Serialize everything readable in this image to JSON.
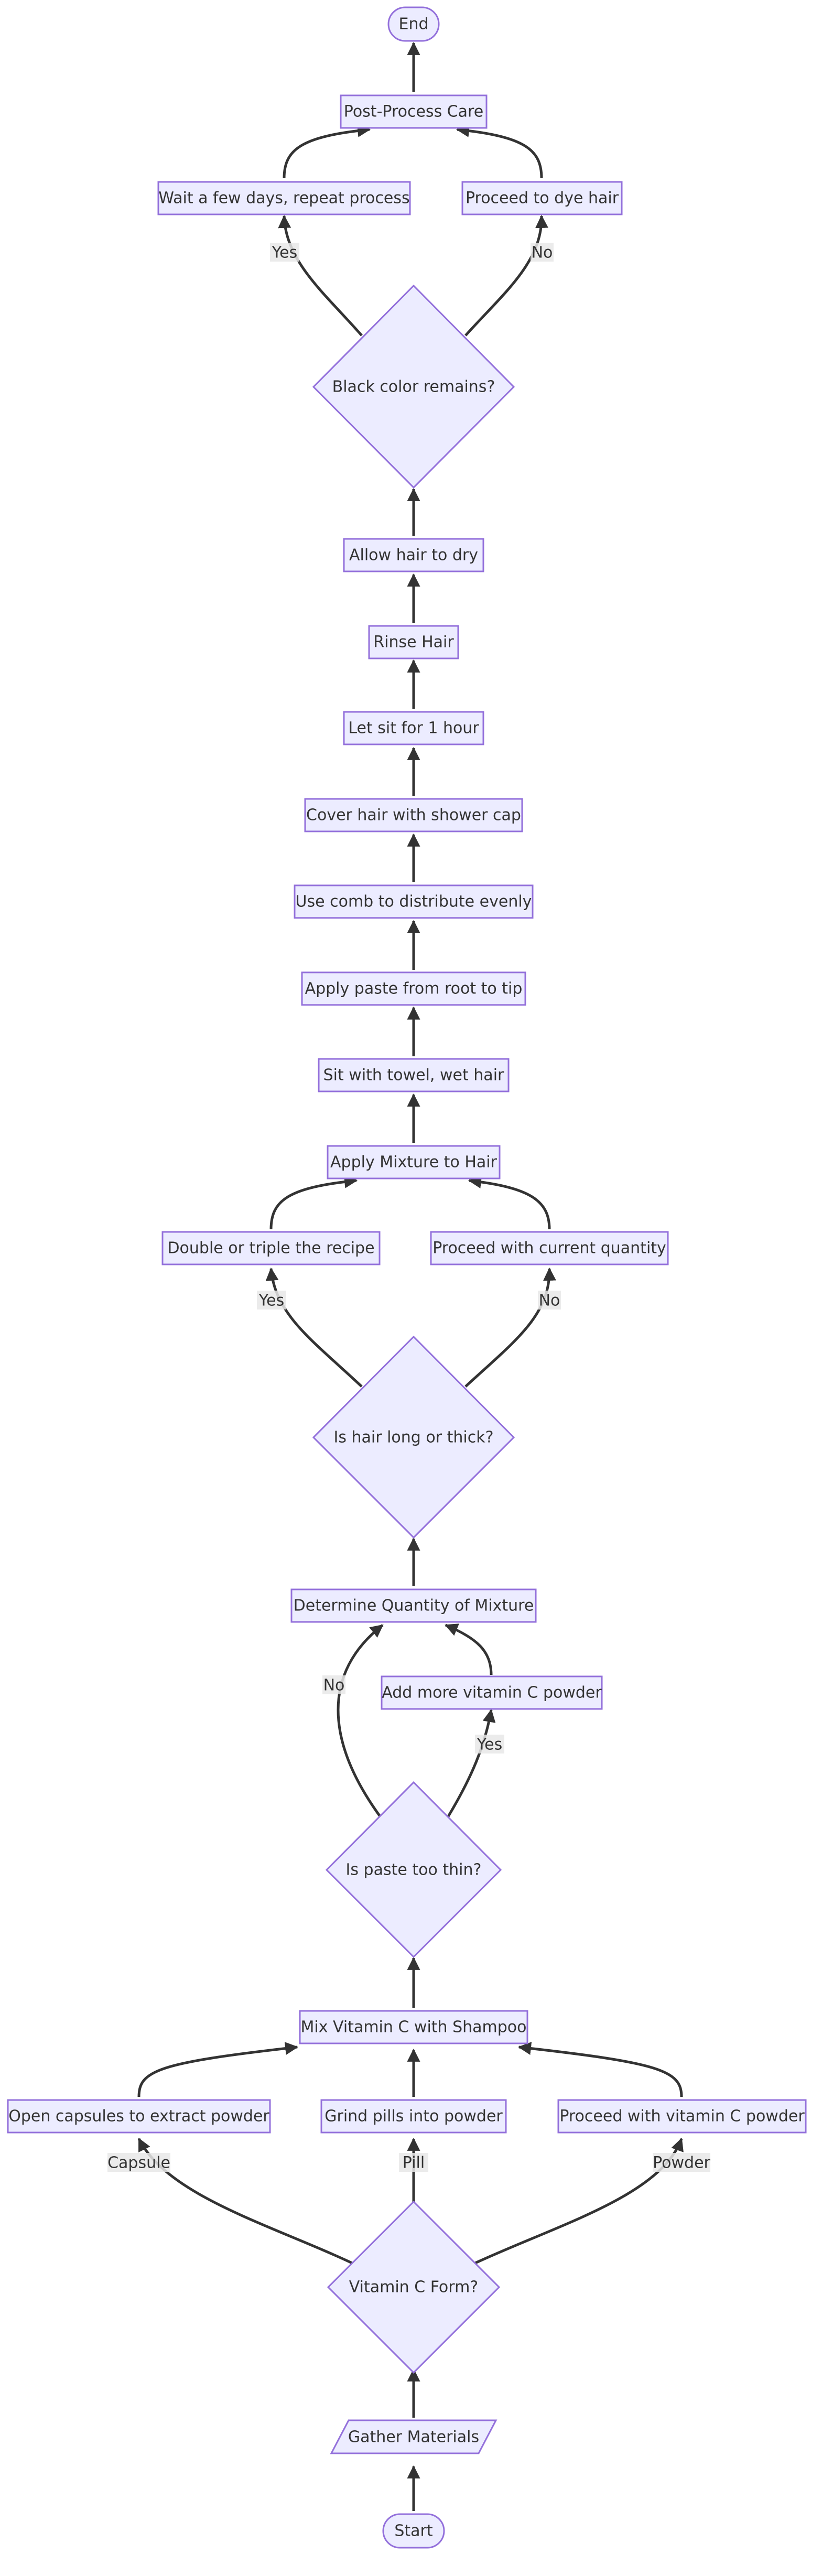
{
  "diagram": {
    "nodes": {
      "end": "End",
      "post_care": "Post-Process Care",
      "wait_repeat": "Wait a few days, repeat process",
      "dye_hair": "Proceed to dye hair",
      "black_remains": "Black color remains?",
      "allow_dry": "Allow hair to dry",
      "rinse": "Rinse Hair",
      "let_sit": "Let sit for 1 hour",
      "cover_cap": "Cover hair with shower cap",
      "use_comb": "Use comb to distribute evenly",
      "apply_paste": "Apply paste from root to tip",
      "sit_towel": "Sit with towel, wet hair",
      "apply_mixture": "Apply Mixture to Hair",
      "double_recipe": "Double or triple the recipe",
      "proceed_quantity": "Proceed with current quantity",
      "hair_long": "Is hair long or thick?",
      "determine_qty": "Determine Quantity of Mixture",
      "add_vitc": "Add more vitamin C powder",
      "paste_thin": "Is paste too thin?",
      "mix_shampoo": "Mix Vitamin C with Shampoo",
      "open_capsules": "Open capsules to extract powder",
      "grind_pills": "Grind pills into powder",
      "proceed_powder": "Proceed with vitamin C powder",
      "vitc_form": "Vitamin C Form?",
      "gather": "Gather Materials",
      "start": "Start"
    },
    "edge_labels": {
      "yes_wait": "Yes",
      "no_dye": "No",
      "yes_double": "Yes",
      "no_proceed": "No",
      "no_determine": "No",
      "yes_add": "Yes",
      "capsule": "Capsule",
      "pill": "Pill",
      "powder": "Powder"
    }
  }
}
